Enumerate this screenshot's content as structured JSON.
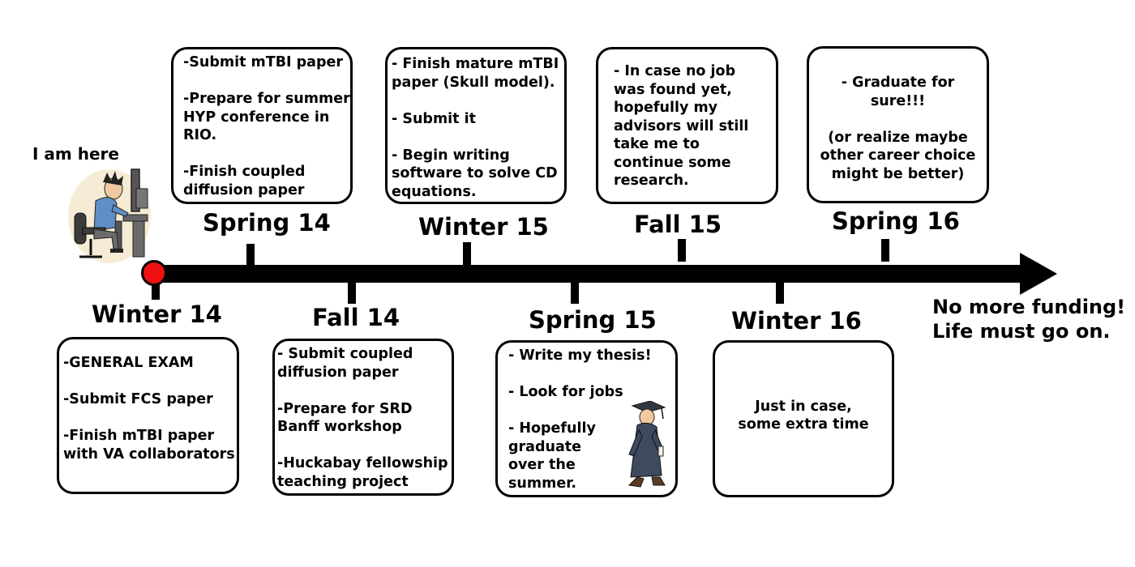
{
  "start_marker": {
    "label": "I am here",
    "color": "#ee1010"
  },
  "periods": [
    {
      "label": "Winter 14",
      "position": "below",
      "items": [
        "-GENERAL EXAM",
        "-Submit FCS paper",
        "-Finish mTBI paper with VA collaborators"
      ]
    },
    {
      "label": "Spring 14",
      "position": "above",
      "items": [
        "-Submit mTBI paper",
        "-Prepare for summer HYP conference in RIO.",
        "-Finish coupled diffusion paper"
      ]
    },
    {
      "label": "Fall 14",
      "position": "below",
      "items": [
        "- Submit coupled diffusion paper",
        "-Prepare for SRD Banff workshop",
        "-Huckabay fellowship teaching project"
      ]
    },
    {
      "label": "Winter 15",
      "position": "above",
      "items": [
        "- Finish mature mTBI paper (Skull model).",
        "- Submit it",
        "- Begin writing software to solve CD equations."
      ]
    },
    {
      "label": "Spring 15",
      "position": "below",
      "items": [
        "- Write my thesis!",
        "- Look for jobs",
        "- Hopefully graduate over the summer."
      ]
    },
    {
      "label": "Fall 15",
      "position": "above",
      "items": [
        "- In case no job was found yet, hopefully my advisors will still take me to continue some research."
      ]
    },
    {
      "label": "Winter 16",
      "position": "below",
      "items": [
        "Just in case, some extra time"
      ]
    },
    {
      "label": "Spring 16",
      "position": "above",
      "items": [
        "- Graduate for sure!!!",
        "(or realize maybe other career choice might be better)"
      ]
    }
  ],
  "end_note": {
    "line1": "No more funding!",
    "line2": "Life must go on."
  },
  "illustrations": {
    "start": "person-at-computer-icon",
    "spring15": "graduate-walking-icon"
  }
}
